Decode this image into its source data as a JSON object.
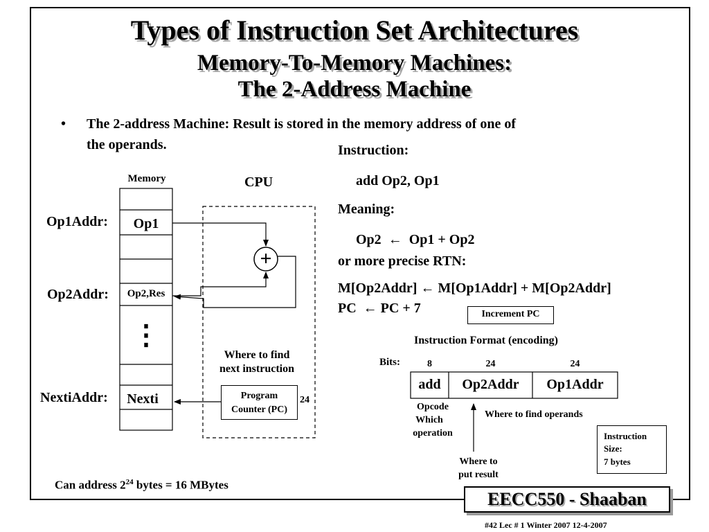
{
  "title": "Types of Instruction Set Architectures",
  "subtitle_line1": "Memory-To-Memory Machines:",
  "subtitle_line2": "The 2-Address Machine",
  "bullet": {
    "marker": "•",
    "line1": "The 2-address Machine: Result is stored in the memory address of one of",
    "line2": "the operands."
  },
  "memory": {
    "label": "Memory",
    "op1addr_label": "Op1Addr:",
    "op1_cell": "Op1",
    "op2addr_label": "Op2Addr:",
    "op2_cell": "Op2,Res",
    "ellipsis": "⋮",
    "nextiaddr_label": "NextiAddr:",
    "nexti_cell": "Nexti"
  },
  "cpu": {
    "label": "CPU",
    "adder_symbol": "+",
    "where_line1": "Where to find",
    "where_line2": "next instruction",
    "pc_line1": "Program",
    "pc_line2": "Counter (PC)",
    "pc_bits": "24"
  },
  "instruction": {
    "heading": "Instruction:",
    "example": "add Op2, Op1",
    "meaning_heading": "Meaning:",
    "meaning_lhs": "Op2",
    "arrow": "←",
    "meaning_rhs": "Op1 + Op2",
    "rtn_heading": "or more precise RTN:",
    "rtn1_lhs": "M[Op2Addr]",
    "rtn1_rhs": "M[Op1Addr] + M[Op2Addr]",
    "rtn2_lhs": "PC",
    "rtn2_rhs": "PC  + 7",
    "increment_pc": "Increment PC"
  },
  "format": {
    "heading": "Instruction Format (encoding)",
    "bits_label": "Bits:",
    "bits": [
      "8",
      "24",
      "24"
    ],
    "fields": [
      "add",
      "Op2Addr",
      "Op1Addr"
    ],
    "opcode_line1": "Opcode",
    "opcode_line2": "Which",
    "opcode_line3": "operation",
    "operands_note": "Where to find operands",
    "result_line1": "Where to",
    "result_line2": "put result",
    "size_line1": "Instruction",
    "size_line2": "Size:",
    "size_line3": "7 bytes"
  },
  "address_note_prefix": "Can address 2",
  "address_note_exp": "24",
  "address_note_suffix": " bytes = 16 MBytes",
  "footer_badge": "EECC550 - Shaaban",
  "footer_info": "#42   Lec # 1  Winter 2007  12-4-2007"
}
